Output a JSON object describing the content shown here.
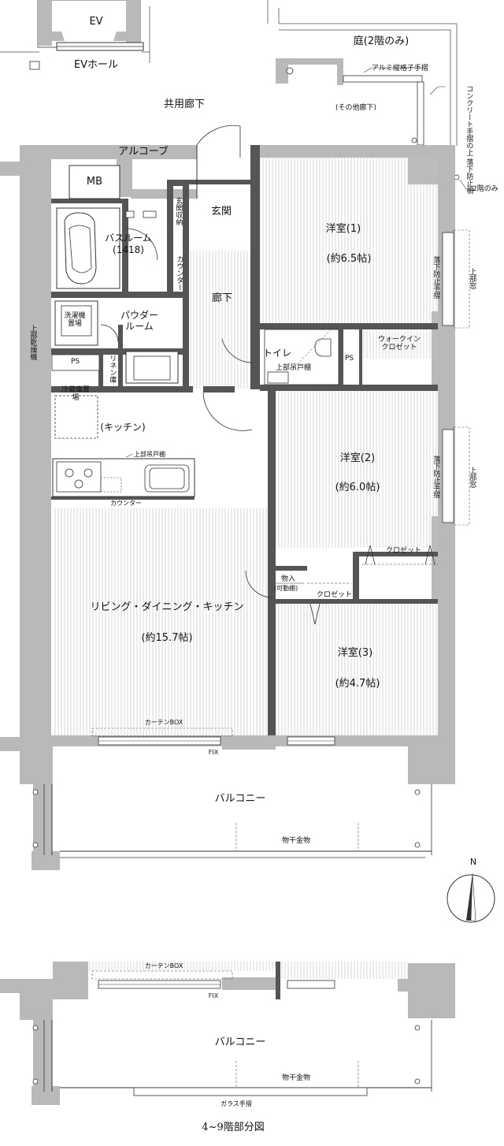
{
  "labels": {
    "ev": "EV",
    "ev_hall": "EVホール",
    "garden": "庭(2階のみ)",
    "aluminum_rail": "アルミ縦格子手摺",
    "other_corridor": "(その他廊下)",
    "concrete_rail": "コンクリート手摺の上 落下防止柵",
    "second_floor_only": "2階のみ",
    "common_corridor": "共用廊下",
    "alcove": "アルコーブ",
    "mb": "MB",
    "entrance_storage": "玄関収納",
    "entrance": "玄関",
    "bathroom": "バスルーム",
    "bathroom_size": "(1418)",
    "counter_vertical": "カウンター",
    "corridor": "廊下",
    "upper_dryer": "上部乾燥機",
    "washer_space": "洗濯機置場",
    "powder_room": "パウダールーム",
    "ps": "PS",
    "linen": "リネン庫",
    "toilet": "トイレ",
    "upper_cabinet": "上部吊戸棚",
    "ps2": "PS",
    "walk_in_closet": "ウォークインクロゼット",
    "fridge_space": "冷蔵庫置場",
    "kitchen": "(キッチン)",
    "upper_cabinet2": "上部吊戸棚",
    "counter": "カウンター",
    "room1": "洋室(1)",
    "room1_size": "(約6.5帖)",
    "fall_guard1": "落下防止手摺",
    "upper_window1": "上部窓",
    "room2": "洋室(2)",
    "room2_size": "(約6.0帖)",
    "fall_guard2": "落下防止手摺",
    "upper_window2": "上部窓",
    "closet_a": "クロゼット",
    "storage": "物入",
    "storage_note": "(可動棚)",
    "closet_b": "クロゼット",
    "ldk": "リビング・ダイニング・キッチン",
    "ldk_size": "(約15.7帖)",
    "room3": "洋室(3)",
    "room3_size": "(約4.7帖)",
    "curtain_box": "カーテンBOX",
    "fix": "FIX",
    "balcony": "バルコニー",
    "laundry_pole": "物干金物",
    "north": "N",
    "curtain_box2": "カーテンBOX",
    "fix2": "FIX",
    "balcony2": "バルコニー",
    "laundry_pole2": "物干金物",
    "glass_rail": "ガラス手摺",
    "caption": "4~9階部分図"
  }
}
